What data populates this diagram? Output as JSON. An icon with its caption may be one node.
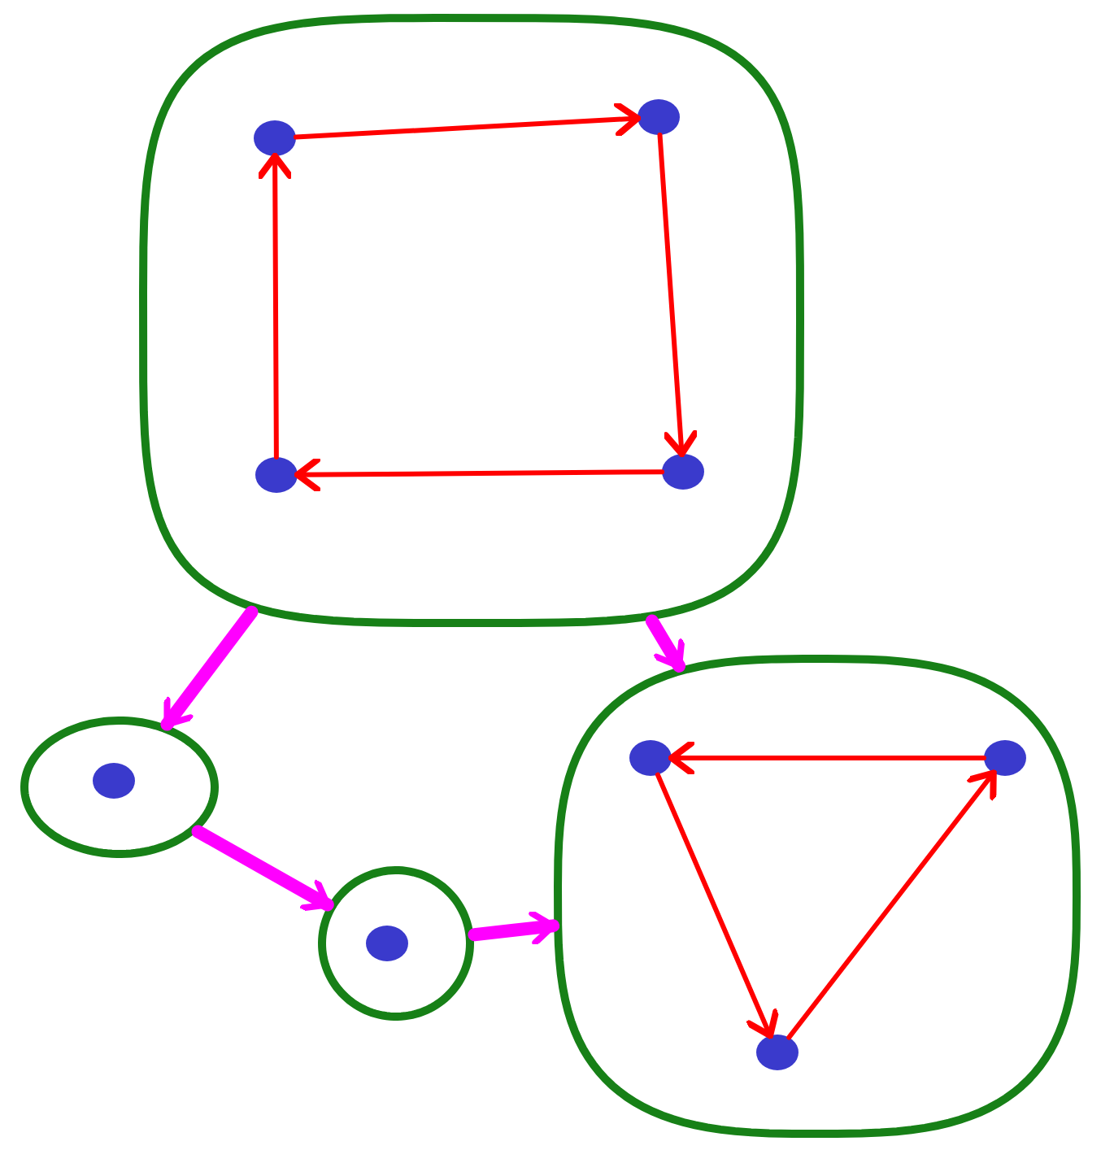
{
  "diagram": {
    "nodes": [
      {
        "text": [],
        "shape": "box"
      },
      {
        "text": [],
        "shape": "circle",
        "in": 0
      },
      {
        "text": [],
        "shape": "circle",
        "in": 0
      },
      {
        "text": [],
        "shape": "circle",
        "in": 0
      },
      {
        "text": [],
        "shape": "circle",
        "in": 0
      },
      {
        "text": [],
        "shape": "circle"
      },
      {
        "text": [],
        "shape": "circle",
        "in": 5
      },
      {
        "text": [],
        "shape": "circle"
      },
      {
        "text": [],
        "shape": "circle",
        "in": 7
      },
      {
        "text": [],
        "shape": "box"
      },
      {
        "text": [],
        "shape": "circle",
        "in": 9
      },
      {
        "text": [],
        "shape": "circle",
        "in": 9
      },
      {
        "text": [],
        "shape": "circle",
        "in": 9
      }
    ],
    "edges": [
      {
        "from": 1,
        "to": 2,
        "arrow": "to"
      },
      {
        "from": 2,
        "to": 4,
        "arrow": "to"
      },
      {
        "from": 4,
        "to": 3,
        "arrow": "to"
      },
      {
        "from": 3,
        "to": 1,
        "arrow": "to"
      },
      {
        "from": 11,
        "to": 10,
        "arrow": "to"
      },
      {
        "from": 10,
        "to": 12,
        "arrow": "to"
      },
      {
        "from": 12,
        "to": 11,
        "arrow": "to"
      },
      {
        "from": 0,
        "to": 5,
        "arrow": "to",
        "style": "thick",
        "color": "#ff00ff"
      },
      {
        "from": 5,
        "to": 7,
        "arrow": "to",
        "style": "thick",
        "color": "#ff00ff"
      },
      {
        "from": 7,
        "to": 9,
        "arrow": "to",
        "style": "thick",
        "color": "#ff00ff"
      },
      {
        "from": 0,
        "to": 9,
        "arrow": "to",
        "style": "thick",
        "color": "#ff00ff"
      }
    ]
  }
}
